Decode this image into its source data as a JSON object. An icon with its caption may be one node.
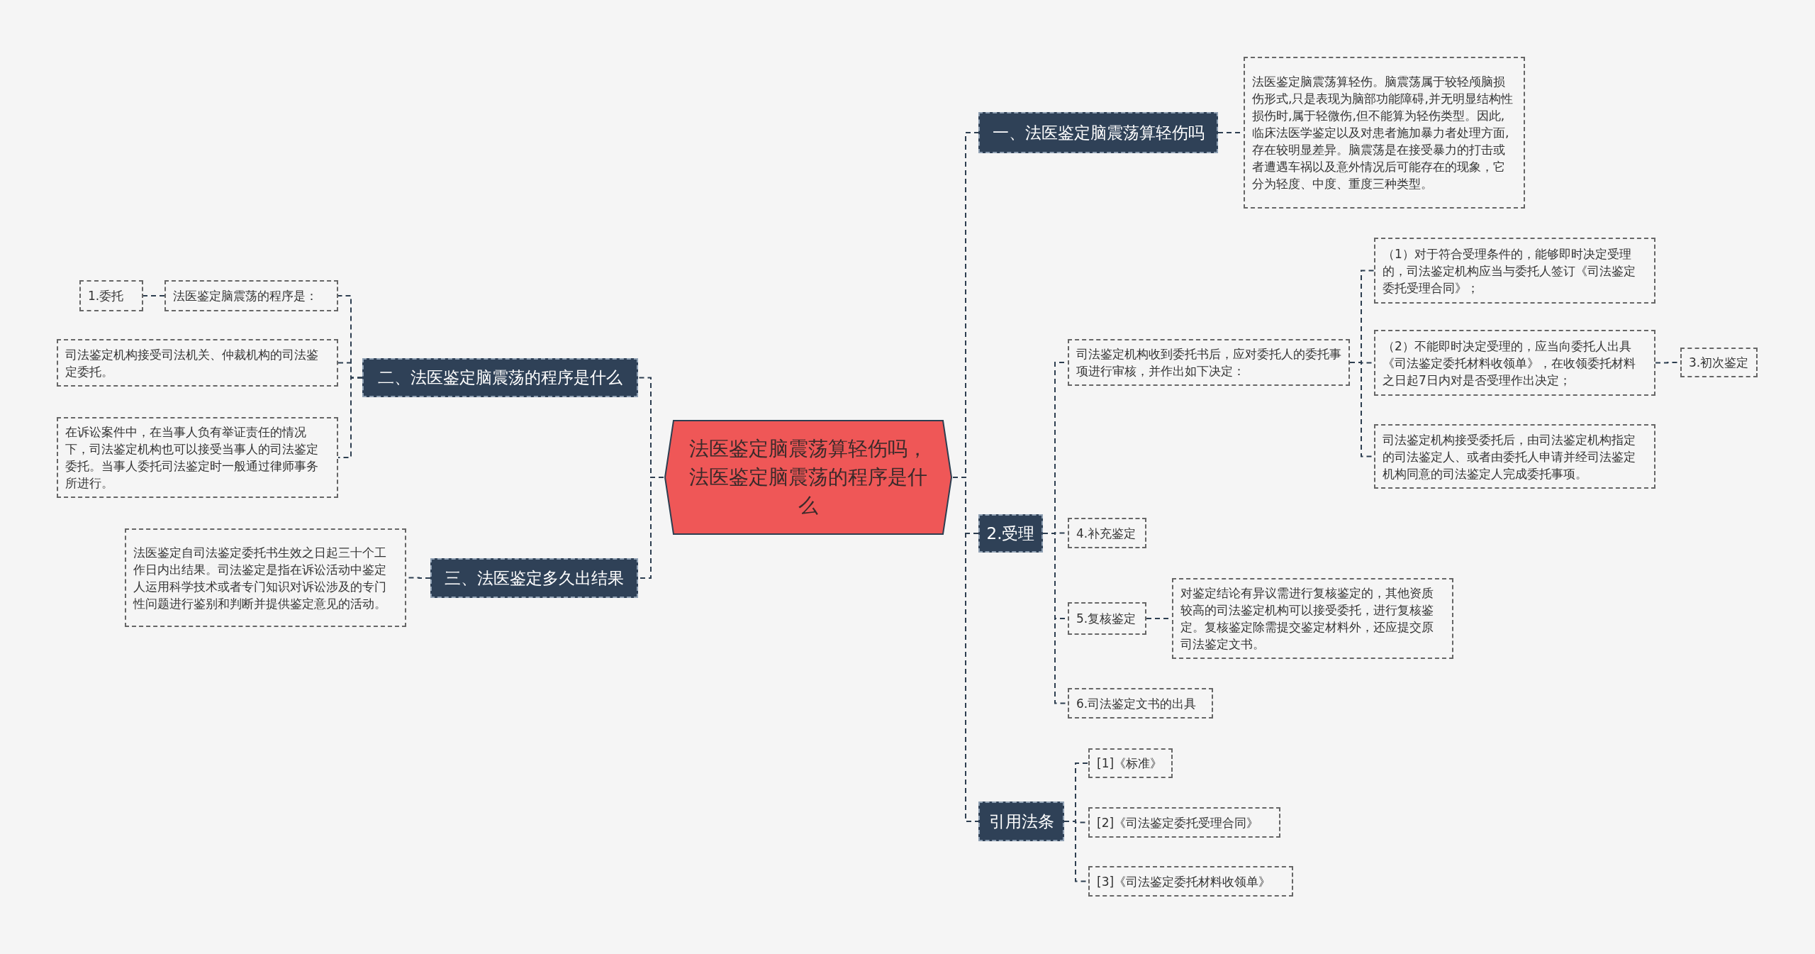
{
  "diagram": {
    "nodes": [
      {
        "text": [
          "法医鉴定脑震荡算轻伤吗，法医鉴定脑震荡的程序是什么"
        ]
      },
      {
        "text": [
          "一、法医鉴定脑震荡算轻伤吗"
        ]
      },
      {
        "text": [
          "法医鉴定脑震荡算轻伤。脑震荡属于较轻颅脑损伤形式,只是表现为脑部功能障碍,并无明显结构性损伤时,属于轻微伤,但不能算为轻伤类型。因此,临床法医学鉴定以及对患者施加暴力者处理方面,存在较明显差异。脑震荡是在接受暴力的打击或者遭遇车祸以及意外情况后可能存在的现象，它分为轻度、中度、重度三种类型。"
        ]
      },
      {
        "text": [
          "2.受理"
        ]
      },
      {
        "text": [
          "司法鉴定机构收到委托书后，应对委托人的委托事项进行审核，并作出如下决定："
        ]
      },
      {
        "text": [
          "（1）对于符合受理条件的，能够即时决定受理的，司法鉴定机构应当与委托人签订《司法鉴定委托受理合同》；"
        ]
      },
      {
        "text": [
          "（2）不能即时决定受理的，应当向委托人出具《司法鉴定委托材料收领单》，在收领委托材料之日起7日内对是否受理作出决定；"
        ]
      },
      {
        "text": [
          "3.初次鉴定"
        ]
      },
      {
        "text": [
          "司法鉴定机构接受委托后，由司法鉴定机构指定的司法鉴定人、或者由委托人申请并经司法鉴定机构同意的司法鉴定人完成委托事项。"
        ]
      },
      {
        "text": [
          "4.补充鉴定"
        ]
      },
      {
        "text": [
          "5.复核鉴定"
        ]
      },
      {
        "text": [
          "对鉴定结论有异议需进行复核鉴定的，其他资质较高的司法鉴定机构可以接受委托，进行复核鉴定。复核鉴定除需提交鉴定材料外，还应提交原司法鉴定文书。"
        ]
      },
      {
        "text": [
          "6.司法鉴定文书的出具"
        ]
      },
      {
        "text": [
          "引用法条"
        ]
      },
      {
        "text": [
          "[1]《标准》"
        ]
      },
      {
        "text": [
          "[2]《司法鉴定委托受理合同》"
        ]
      },
      {
        "text": [
          "[3]《司法鉴定委托材料收领单》"
        ]
      },
      {
        "text": [
          "二、法医鉴定脑震荡的程序是什么"
        ]
      },
      {
        "text": [
          "法医鉴定脑震荡的程序是："
        ]
      },
      {
        "text": [
          "1.委托"
        ]
      },
      {
        "text": [
          "司法鉴定机构接受司法机关、仲裁机构的司法鉴定委托。"
        ]
      },
      {
        "text": [
          "在诉讼案件中，在当事人负有举证责任的情况下，司法鉴定机构也可以接受当事人的司法鉴定委托。当事人委托司法鉴定时一般通过律师事务所进行。"
        ]
      },
      {
        "text": [
          "三、法医鉴定多久出结果"
        ]
      },
      {
        "text": [
          "法医鉴定自司法鉴定委托书生效之日起三十个工作日内出结果。司法鉴定是指在诉讼活动中鉴定人运用科学技术或者专门知识对诉讼涉及的专门性问题进行鉴别和判断并提供鉴定意见的活动。"
        ]
      }
    ],
    "edges": [
      {
        "from": 0,
        "to": 1,
        "arrow": "none",
        "style": "dashed"
      },
      {
        "from": 0,
        "to": 3,
        "arrow": "none",
        "style": "dashed"
      },
      {
        "from": 0,
        "to": 13,
        "arrow": "none",
        "style": "dashed"
      },
      {
        "from": 0,
        "to": 17,
        "arrow": "none",
        "style": "dashed"
      },
      {
        "from": 0,
        "to": 22,
        "arrow": "none",
        "style": "dashed"
      },
      {
        "from": 1,
        "to": 2,
        "arrow": "none",
        "style": "dashed"
      },
      {
        "from": 3,
        "to": 4,
        "arrow": "none",
        "style": "dashed"
      },
      {
        "from": 3,
        "to": 9,
        "arrow": "none",
        "style": "dashed"
      },
      {
        "from": 3,
        "to": 10,
        "arrow": "none",
        "style": "dashed"
      },
      {
        "from": 3,
        "to": 12,
        "arrow": "none",
        "style": "dashed"
      },
      {
        "from": 4,
        "to": 5,
        "arrow": "none",
        "style": "dashed"
      },
      {
        "from": 4,
        "to": 6,
        "arrow": "none",
        "style": "dashed"
      },
      {
        "from": 4,
        "to": 8,
        "arrow": "none",
        "style": "dashed"
      },
      {
        "from": 6,
        "to": 7,
        "arrow": "none",
        "style": "dashed"
      },
      {
        "from": 10,
        "to": 11,
        "arrow": "none",
        "style": "dashed"
      },
      {
        "from": 13,
        "to": 14,
        "arrow": "none",
        "style": "dashed"
      },
      {
        "from": 13,
        "to": 15,
        "arrow": "none",
        "style": "dashed"
      },
      {
        "from": 13,
        "to": 16,
        "arrow": "none",
        "style": "dashed"
      },
      {
        "from": 17,
        "to": 18,
        "arrow": "none",
        "style": "dashed"
      },
      {
        "from": 17,
        "to": 20,
        "arrow": "none",
        "style": "dashed"
      },
      {
        "from": 17,
        "to": 21,
        "arrow": "none",
        "style": "dashed"
      },
      {
        "from": 18,
        "to": 19,
        "arrow": "none",
        "style": "dashed"
      },
      {
        "from": 22,
        "to": 23,
        "arrow": "none",
        "style": "dashed"
      }
    ]
  }
}
